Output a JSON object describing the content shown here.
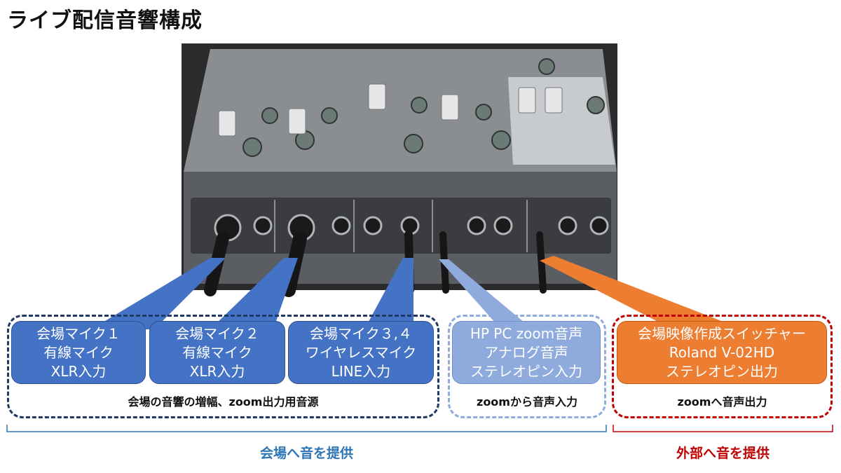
{
  "title": "ライブ配信音響構成",
  "sources": [
    {
      "lines": [
        "会場マイク１",
        "有線マイク",
        "XLR入力"
      ],
      "color": "#4472c4"
    },
    {
      "lines": [
        "会場マイク２",
        "有線マイク",
        "XLR入力"
      ],
      "color": "#4472c4"
    },
    {
      "lines": [
        "会場マイク３,４",
        "ワイヤレスマイク",
        "LINE入力"
      ],
      "color": "#4472c4"
    },
    {
      "lines": [
        "HP PC zoom音声",
        "アナログ音声",
        "ステレオピン入力"
      ],
      "color": "#8faadc"
    },
    {
      "lines": [
        "会場映像作成スイッチャー",
        "Roland V-02HD",
        "ステレオピン出力"
      ],
      "color": "#ed7d31"
    }
  ],
  "groups": {
    "venue_mics": {
      "caption": "会場の音響の増幅、zoom出力用音源",
      "border_color": "#203864"
    },
    "zoom_in": {
      "caption": "zoomから音声入力",
      "border_color": "#8faadc"
    },
    "zoom_out": {
      "caption": "zoomへ音声出力",
      "border_color": "#c00000"
    }
  },
  "bottom": {
    "venue_label": "会場へ音を提供",
    "venue_color": "#2e75b6",
    "external_label": "外部へ音を提供",
    "external_color": "#c00000"
  },
  "colors": {
    "mixer_body": "#5a5d62",
    "mixer_panel": "#8a8d92",
    "arrow_blue": "#4472c4",
    "arrow_light": "#8faadc",
    "arrow_orange": "#ed7d31"
  }
}
